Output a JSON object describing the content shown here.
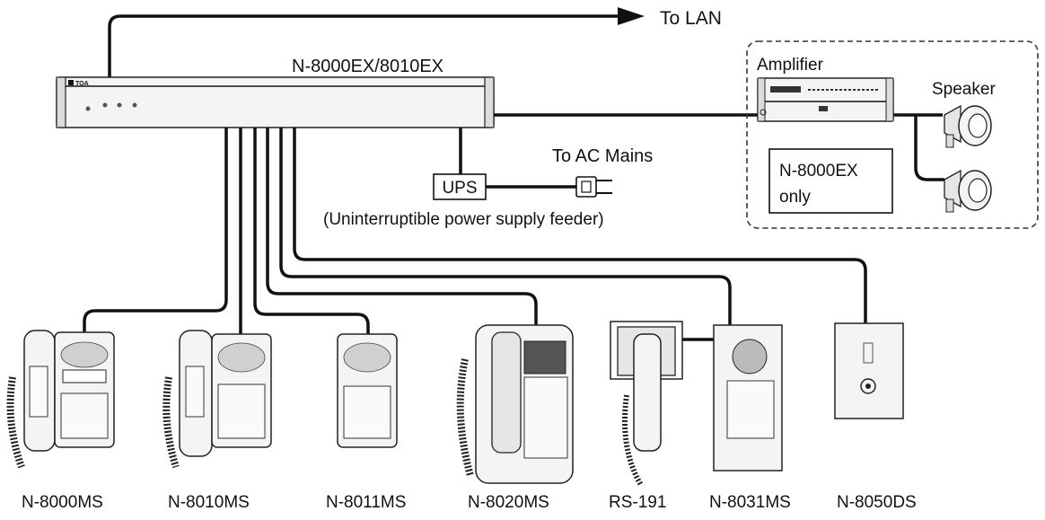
{
  "labels": {
    "to_lan": "To LAN",
    "exchange": "N-8000EX/8010EX",
    "exchange_logo": "TOA",
    "amplifier": "Amplifier",
    "speaker": "Speaker",
    "note_line1": "N-8000EX",
    "note_line2": "only",
    "to_ac_mains": "To AC Mains",
    "ups": "UPS",
    "ups_desc": "(Uninterruptible power supply feeder)"
  },
  "devices": [
    {
      "model": "N-8000MS"
    },
    {
      "model": "N-8010MS"
    },
    {
      "model": "N-8011MS"
    },
    {
      "model": "N-8020MS"
    },
    {
      "model": "RS-191"
    },
    {
      "model": "N-8031MS"
    },
    {
      "model": "N-8050DS"
    }
  ],
  "colors": {
    "line": "#111111",
    "device_fill": "#f4f4f4",
    "dash_box": "#333333"
  }
}
